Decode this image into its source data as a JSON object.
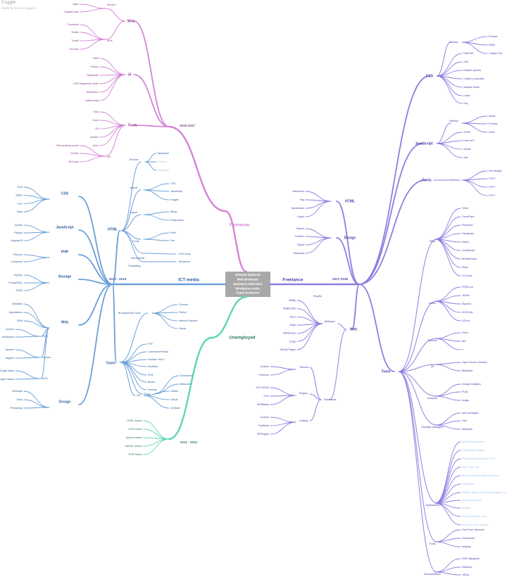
{
  "watermark": {
    "title": "Coggle",
    "subtitle": "made for free at coggle.it"
  },
  "colors": {
    "web": "#d484d7",
    "ict": "#6a9fd8",
    "freelance": "#8a7fe0",
    "unemployed": "#5dd6b6",
    "faded": "#a8c8ee",
    "center_box": "#a8a8a8"
  },
  "center": {
    "lines": [
      "Silvestar Bistrović",
      "Web developer,",
      "Jamstack enthusiast,",
      "Wordpress coder,",
      "Toptal freelancer."
    ]
  },
  "branches": {
    "farmeron": "Farmeron",
    "ict": "ICT media",
    "freelance": "Freelance",
    "unemployed": "Unemployed",
    "y2015": "2015-2017",
    "y2012": "2012 - 2015",
    "y2017": "2017-2018",
    "y2011": "2011 - 2012"
  },
  "farmeron": {
    "web": {
      "title": "Web",
      "servers": {
        "label": "Servers",
        "items": [
          "nginx",
          "DigitalOcean"
        ]
      },
      "apis": {
        "label": "APIs",
        "items": [
          "Facebook",
          "Twitter",
          "Tumblr",
          "YouTube"
        ]
      }
    },
    "ui": {
      "title": "UI",
      "items": [
        "BEM",
        "Pardon",
        "Styleguide",
        "CSS Regression Tests",
        "Animations",
        "editorconfig"
      ]
    },
    "tools": {
      "title": "Tools",
      "items": [
        "Gulp",
        "Grunt",
        "Git",
        "Jenkins",
        "Atom"
      ],
      "git_label": "Git",
      "git_items": [
        "Git branching model",
        "Git flow",
        "Git hooks"
      ]
    }
  },
  "ict": {
    "css": {
      "title": "CSS",
      "items": [
        "Post",
        "Stylus",
        "Less",
        "Sass"
      ]
    },
    "javascript": {
      "title": "JavaScript",
      "items": [
        "jQuery",
        "Plugins",
        "AngularJS"
      ]
    },
    "php": {
      "title": "PHP",
      "items": [
        "Phalcon",
        "Composer"
      ]
    },
    "storage": {
      "title": "Storage",
      "items": [
        "MySQL",
        "PostgreSQL",
        "JSON"
      ]
    },
    "web": {
      "title": "Web",
      "items": [
        "Websites",
        "Applications",
        "CRM"
      ],
      "cms": {
        "label": "CMS",
        "items": [
          "Custom",
          "Wordpress"
        ]
      },
      "servers": {
        "label": "Servers",
        "items": [
          "Apache",
          "Vagrant"
        ]
      },
      "apis": {
        "label": "APIs",
        "items": [
          "Google Maps",
          "Google Places"
        ]
      }
    },
    "design": {
      "title": "Design",
      "items": [
        "InkScape",
        "Gimp",
        "Photoshop"
      ]
    },
    "html": {
      "title": "HTML",
      "devices": {
        "label": "Devices",
        "items": [
          "Backbone",
          "Chrome",
          "Web apps"
        ]
      },
      "assets": {
        "label": "Assets",
        "items": [
          "CSS",
          "JavaScript",
          "Images"
        ]
      },
      "layout": {
        "label": "Layout",
        "items": [
          "960px",
          "Responsive"
        ]
      },
      "fonts": {
        "label": "Fonts",
        "items": [
          "Pixel",
          "Get"
        ]
      },
      "other": [
        "Font icons",
        "Mustache"
      ],
      "extra": [
        "Microformat",
        "Templating"
      ]
    },
    "tools": {
      "title": "Tools",
      "browser": {
        "label": "Browsers/Dev Tools",
        "items": [
          "Chrome",
          "Firefox",
          "Internet Explorer",
          "Opera"
        ]
      },
      "items": [
        "FTP",
        "Command Prompt",
        "Sublime Text 2",
        "Redmine",
        "SVN",
        "Bower",
        "Yeoman"
      ],
      "grunt": {
        "label": "Grunt",
        "items": [
          "Sourcetree",
          "Bitbucket"
        ]
      },
      "git": {
        "label": "Git",
        "items": [
          "GitHub",
          "GitLab",
          "Git Bash"
        ]
      }
    }
  },
  "unemployed": {
    "items": [
      "HTML basics",
      "CSS basics",
      "jQuery basics",
      "MySQL basics",
      "PHP basics"
    ]
  },
  "freelance": {
    "html": {
      "title": "HTML",
      "items": [
        "Markdown",
        "Pug",
        "Handlebars",
        "Liquid"
      ]
    },
    "design": {
      "title": "Design",
      "items": [
        "Sketch",
        "InVision",
        "Figma",
        "Balsamiq"
      ]
    },
    "web": {
      "title": "Web",
      "jamstack": {
        "label": "JAMstack",
        "items": [
          "Netlify",
          "NetlifyCMS",
          "Hexo",
          "Jekyll",
          "Middleman",
          "Hugo",
          "GitHub Pages"
        ],
        "head": "Shopify"
      },
      "wordpress": {
        "label": "Wordpress",
        "themes": {
          "label": "Themes",
          "items": [
            "Custom",
            "Premium"
          ]
        },
        "plugins": {
          "label": "Plugins",
          "items": [
            "ACF (PRO)",
            "SVG",
            "WPBakery"
          ]
        },
        "hosting": {
          "label": "Hosting",
          "items": [
            "Custom",
            "FlyWheel",
            "WPEngine"
          ]
        }
      }
    },
    "css": {
      "title": "CSS",
      "delivery": {
        "label": "Delivery",
        "items": [
          "Preload",
          "Defer",
          "Critical CSS"
        ]
      },
      "items": [
        "PostCSS",
        "Grid",
        "Feature queries",
        "Custom properties",
        "Modular Scale",
        "Looks",
        "Hey"
      ]
    },
    "javascript": {
      "title": "JavaScript",
      "delivery": {
        "label": "Delivery",
        "items": [
          "Async",
          "Preload",
          "Defer"
        ]
      },
      "items": [
        "GSAP",
        "Fetch API",
        "Vanilla",
        "web"
      ]
    },
    "fonts": {
      "title": "Fonts",
      "delivery": {
        "label": "Delivery",
        "items": [
          "font-display",
          "FOUT",
          "FOFT",
          "FOFT"
        ]
      }
    },
    "tools": {
      "title": "Tools",
      "other": {
        "label": "Other",
        "items": [
          "Trello",
          "CloudFlare",
          "Pardonen",
          "Cloudinary",
          "Zeplin",
          "LiveReload",
          "BrowserSync",
          "Slack",
          "VS Code"
        ]
      },
      "linters": {
        "label": "Linters",
        "items": [
          "HTMLLint",
          "JSHint",
          "Stylelint",
          "SCSS lint",
          "ESLint"
        ]
      },
      "terminal": {
        "label": "Terminal",
        "items": [
          "iTerm",
          "fish",
          "z"
        ]
      },
      "git": {
        "label": "Git",
        "items": [
          "Open Source Libraries",
          "BitBucket"
        ]
      },
      "analytics": {
        "label": "Analytics",
        "items": [
          "Google Analytics",
          "Piwik",
          "Image"
        ]
      },
      "pkg": {
        "label": "Package Managers",
        "items": [
          "npm packages",
          "Yarn",
          "Webpack"
        ]
      },
      "optimization": {
        "label": "Optimization",
        "items": [
          "Mobile Friendly Test",
          "PageSpeed Insights",
          "Pingdom Website Speed Test",
          "Web Page Test",
          "desinn-mobile website speed test",
          "Lighthouse",
          "Website Speed Test Image Analysis Tool",
          "Security Headers",
          "webhint",
          "W3 Gubi Markup Test",
          "W3 Gubi CSS Validator"
        ]
      },
      "fonts": {
        "label": "Fonts",
        "items": [
          "Font Face Observer",
          "Transfonter",
          "fontplay"
        ]
      },
      "documentation": {
        "label": "Documentation",
        "items": [
          "KSS Styleguide",
          "SassDoc",
          "JSDoc"
        ]
      }
    }
  }
}
